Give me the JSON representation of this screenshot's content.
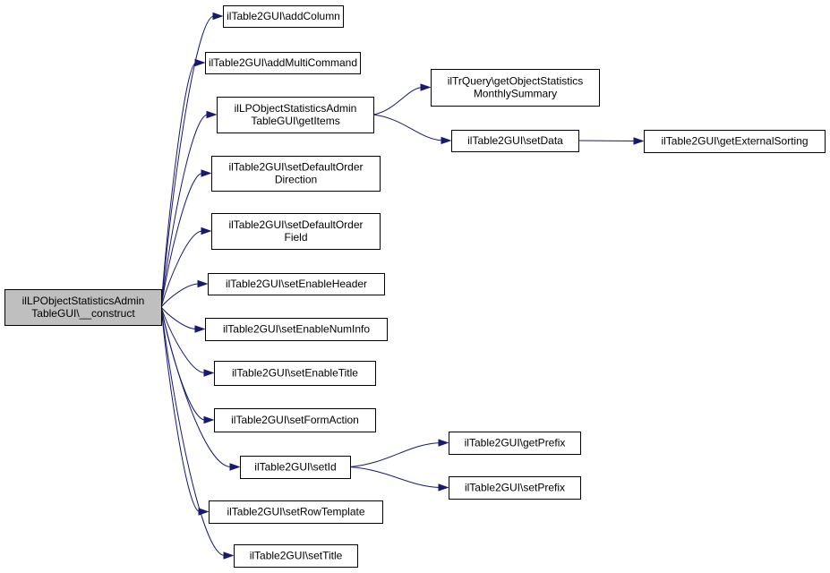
{
  "diagram": {
    "colors": {
      "edge": "#191970",
      "root_fill": "#bfbfbf",
      "node_fill": "#ffffff",
      "node_stroke": "#000000"
    },
    "nodes": [
      {
        "id": "root",
        "lines": [
          "ilLPObjectStatisticsAdmin",
          "TableGUI\\__construct"
        ],
        "root": true
      },
      {
        "id": "addColumn",
        "lines": [
          "ilTable2GUI\\addColumn"
        ]
      },
      {
        "id": "addMultiCommand",
        "lines": [
          "ilTable2GUI\\addMultiCommand"
        ]
      },
      {
        "id": "getItems",
        "lines": [
          "ilLPObjectStatisticsAdmin",
          "TableGUI\\getItems"
        ]
      },
      {
        "id": "setDefaultOrderDirection",
        "lines": [
          "ilTable2GUI\\setDefaultOrder",
          "Direction"
        ]
      },
      {
        "id": "setDefaultOrderField",
        "lines": [
          "ilTable2GUI\\setDefaultOrder",
          "Field"
        ]
      },
      {
        "id": "setEnableHeader",
        "lines": [
          "ilTable2GUI\\setEnableHeader"
        ]
      },
      {
        "id": "setEnableNumInfo",
        "lines": [
          "ilTable2GUI\\setEnableNumInfo"
        ]
      },
      {
        "id": "setEnableTitle",
        "lines": [
          "ilTable2GUI\\setEnableTitle"
        ]
      },
      {
        "id": "setFormAction",
        "lines": [
          "ilTable2GUI\\setFormAction"
        ]
      },
      {
        "id": "setId",
        "lines": [
          "ilTable2GUI\\setId"
        ]
      },
      {
        "id": "setRowTemplate",
        "lines": [
          "ilTable2GUI\\setRowTemplate"
        ]
      },
      {
        "id": "setTitle",
        "lines": [
          "ilTable2GUI\\setTitle"
        ]
      },
      {
        "id": "getObjectStatisticsMonthlySummary",
        "lines": [
          "ilTrQuery\\getObjectStatistics",
          "MonthlySummary"
        ]
      },
      {
        "id": "setData",
        "lines": [
          "ilTable2GUI\\setData"
        ]
      },
      {
        "id": "getExternalSorting",
        "lines": [
          "ilTable2GUI\\getExternalSorting"
        ]
      },
      {
        "id": "getPrefix",
        "lines": [
          "ilTable2GUI\\getPrefix"
        ]
      },
      {
        "id": "setPrefix",
        "lines": [
          "ilTable2GUI\\setPrefix"
        ]
      }
    ],
    "edges": [
      {
        "from": "root",
        "to": "addColumn"
      },
      {
        "from": "root",
        "to": "addMultiCommand"
      },
      {
        "from": "root",
        "to": "getItems"
      },
      {
        "from": "root",
        "to": "setDefaultOrderDirection"
      },
      {
        "from": "root",
        "to": "setDefaultOrderField"
      },
      {
        "from": "root",
        "to": "setEnableHeader"
      },
      {
        "from": "root",
        "to": "setEnableNumInfo"
      },
      {
        "from": "root",
        "to": "setEnableTitle"
      },
      {
        "from": "root",
        "to": "setFormAction"
      },
      {
        "from": "root",
        "to": "setId"
      },
      {
        "from": "root",
        "to": "setRowTemplate"
      },
      {
        "from": "root",
        "to": "setTitle"
      },
      {
        "from": "getItems",
        "to": "getObjectStatisticsMonthlySummary"
      },
      {
        "from": "getItems",
        "to": "setData"
      },
      {
        "from": "setData",
        "to": "getExternalSorting"
      },
      {
        "from": "setId",
        "to": "getPrefix"
      },
      {
        "from": "setId",
        "to": "setPrefix"
      }
    ]
  }
}
